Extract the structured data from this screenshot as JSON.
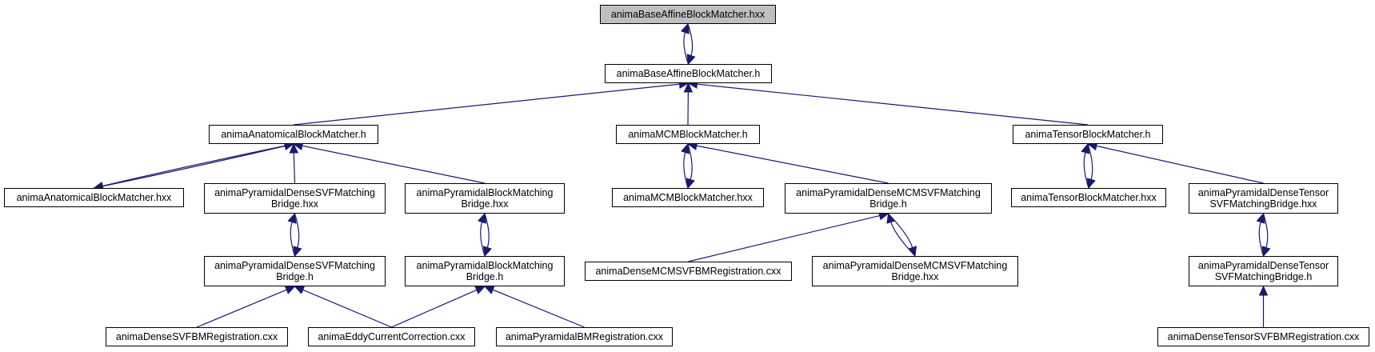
{
  "colors": {
    "edge": "#191970",
    "root_fill": "#bfbfbf",
    "node_fill": "#ffffff",
    "border": "#000000"
  },
  "nodes": {
    "root": {
      "lines": [
        "animaBaseAffineBlockMatcher.hxx"
      ]
    },
    "baseh": {
      "lines": [
        "animaBaseAffineBlockMatcher.h"
      ]
    },
    "anat": {
      "lines": [
        "animaAnatomicalBlockMatcher.h"
      ]
    },
    "mcm": {
      "lines": [
        "animaMCMBlockMatcher.h"
      ]
    },
    "tensor": {
      "lines": [
        "animaTensorBlockMatcher.h"
      ]
    },
    "anathxx": {
      "lines": [
        "animaAnatomicalBlockMatcher.hxx"
      ]
    },
    "pdsvfhxx": {
      "lines": [
        "animaPyramidalDenseSVFMatching",
        "Bridge.hxx"
      ]
    },
    "pbmhxx": {
      "lines": [
        "animaPyramidalBlockMatching",
        "Bridge.hxx"
      ]
    },
    "mcmhxx": {
      "lines": [
        "animaMCMBlockMatcher.hxx"
      ]
    },
    "pdmcmh": {
      "lines": [
        "animaPyramidalDenseMCMSVFMatching",
        "Bridge.h"
      ]
    },
    "tensorhxx": {
      "lines": [
        "animaTensorBlockMatcher.hxx"
      ]
    },
    "pdthxx": {
      "lines": [
        "animaPyramidalDenseTensor",
        "SVFMatchingBridge.hxx"
      ]
    },
    "pdsvfh": {
      "lines": [
        "animaPyramidalDenseSVFMatching",
        "Bridge.h"
      ]
    },
    "pbmh": {
      "lines": [
        "animaPyramidalBlockMatching",
        "Bridge.h"
      ]
    },
    "dmcm": {
      "lines": [
        "animaDenseMCMSVFBMRegistration.cxx"
      ]
    },
    "pdmcmhxx": {
      "lines": [
        "animaPyramidalDenseMCMSVFMatching",
        "Bridge.hxx"
      ]
    },
    "pdth": {
      "lines": [
        "animaPyramidalDenseTensor",
        "SVFMatchingBridge.h"
      ]
    },
    "dsvf": {
      "lines": [
        "animaDenseSVFBMRegistration.cxx"
      ]
    },
    "eddy": {
      "lines": [
        "animaEddyCurrentCorrection.cxx"
      ]
    },
    "pbmreg": {
      "lines": [
        "animaPyramidalBMRegistration.cxx"
      ]
    },
    "dtensor": {
      "lines": [
        "animaDenseTensorSVFBMRegistration.cxx"
      ]
    }
  },
  "edges": [
    [
      "baseh",
      "root"
    ],
    [
      "root",
      "baseh"
    ],
    [
      "anat",
      "baseh"
    ],
    [
      "mcm",
      "baseh"
    ],
    [
      "tensor",
      "baseh"
    ],
    [
      "anathxx",
      "anat"
    ],
    [
      "anat",
      "anathxx"
    ],
    [
      "pdsvfhxx",
      "anat"
    ],
    [
      "pbmhxx",
      "anat"
    ],
    [
      "mcmhxx",
      "mcm"
    ],
    [
      "mcm",
      "mcmhxx"
    ],
    [
      "pdmcmh",
      "mcm"
    ],
    [
      "tensorhxx",
      "tensor"
    ],
    [
      "tensor",
      "tensorhxx"
    ],
    [
      "pdthxx",
      "tensor"
    ],
    [
      "pdsvfh",
      "pdsvfhxx"
    ],
    [
      "pdsvfhxx",
      "pdsvfh"
    ],
    [
      "pbmh",
      "pbmhxx"
    ],
    [
      "pbmhxx",
      "pbmh"
    ],
    [
      "dmcm",
      "pdmcmh"
    ],
    [
      "pdmcmhxx",
      "pdmcmh"
    ],
    [
      "pdmcmh",
      "pdmcmhxx"
    ],
    [
      "pdth",
      "pdthxx"
    ],
    [
      "pdthxx",
      "pdth"
    ],
    [
      "dsvf",
      "pdsvfh"
    ],
    [
      "eddy",
      "pdsvfh"
    ],
    [
      "eddy",
      "pbmh"
    ],
    [
      "pbmreg",
      "pbmh"
    ],
    [
      "dtensor",
      "pdth"
    ]
  ]
}
